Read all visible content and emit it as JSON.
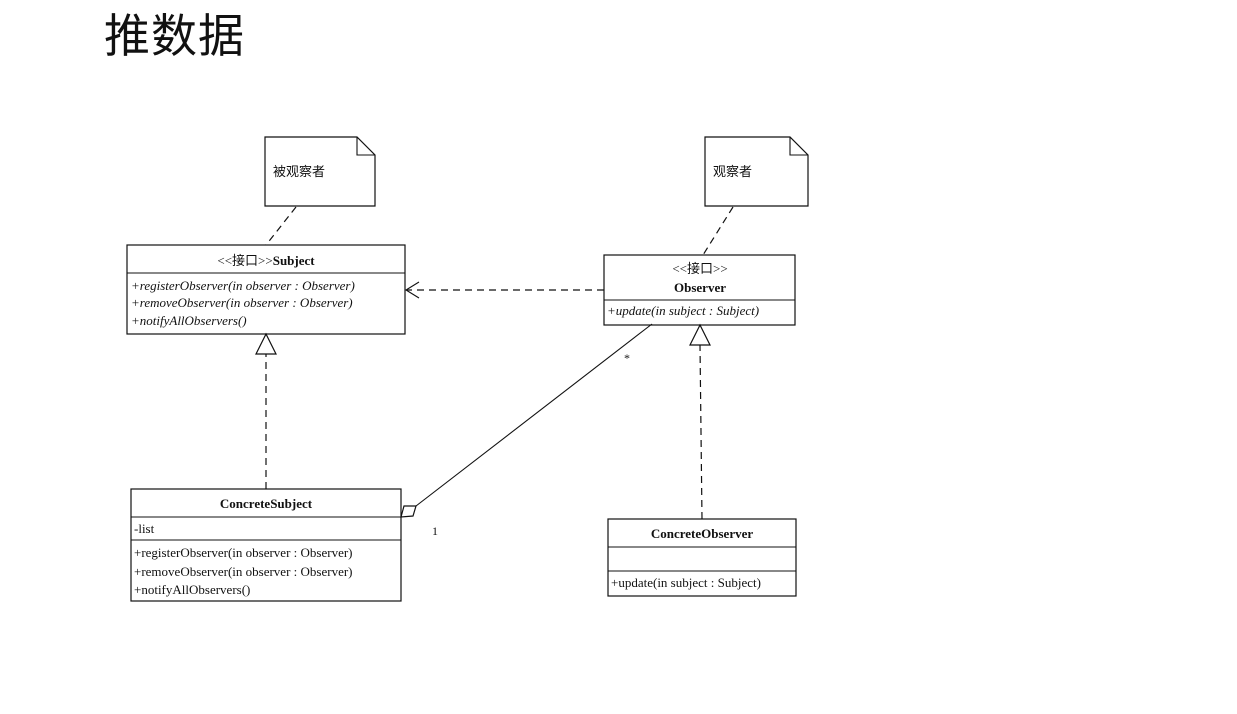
{
  "page": {
    "title": "推数据"
  },
  "notes": {
    "subject_note": "被观察者",
    "observer_note": "观察者"
  },
  "subject": {
    "stereotype": "<<接口>>",
    "name": "Subject",
    "operations": [
      "+registerObserver(in observer : Observer)",
      "+removeObserver(in observer : Observer)",
      "+notifyAllObservers()"
    ]
  },
  "observer": {
    "stereotype": "<<接口>>",
    "name": "Observer",
    "operations": [
      "+update(in subject : Subject)"
    ]
  },
  "concrete_subject": {
    "name": "ConcreteSubject",
    "attributes": [
      "-list"
    ],
    "operations": [
      "+registerObserver(in observer : Observer)",
      "+removeObserver(in observer : Observer)",
      "+notifyAllObservers()"
    ]
  },
  "concrete_observer": {
    "name": "ConcreteObserver",
    "attributes": [],
    "operations": [
      "+update(in subject : Subject)"
    ]
  },
  "association": {
    "multiplicity_observer": "*",
    "multiplicity_subject": "1"
  }
}
